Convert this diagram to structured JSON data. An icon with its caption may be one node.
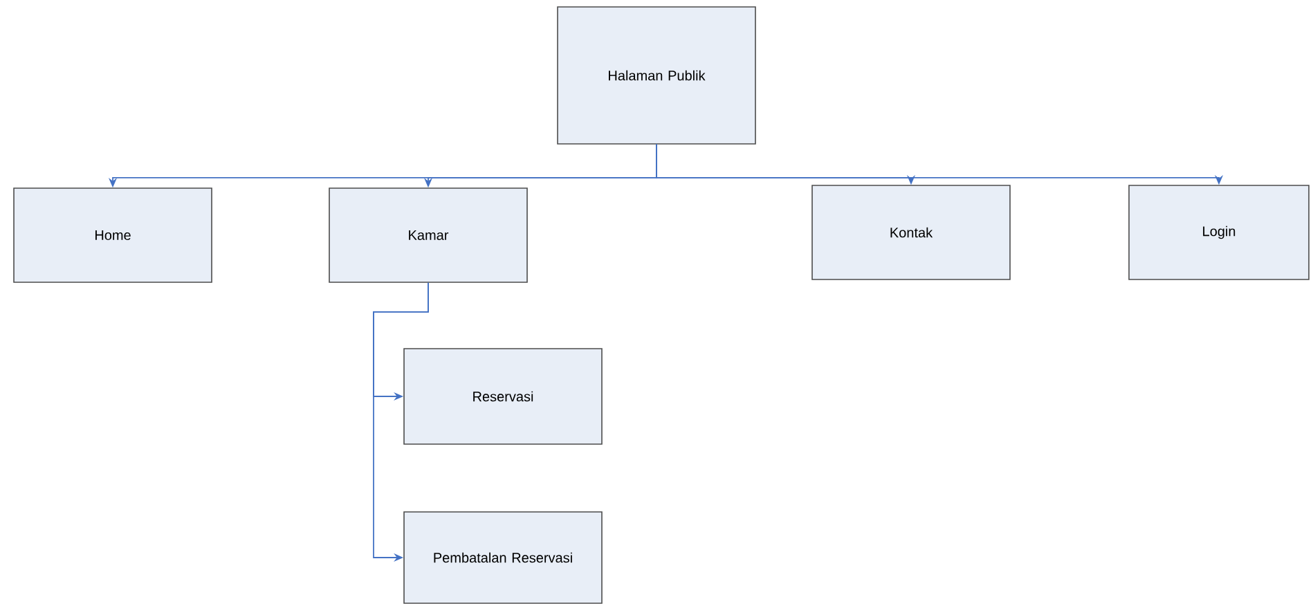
{
  "diagram": {
    "nodes": [
      {
        "text": [
          "Halaman Publik"
        ]
      },
      {
        "text": [
          "Home"
        ]
      },
      {
        "text": [
          "Kamar"
        ]
      },
      {
        "text": [
          "Kontak"
        ]
      },
      {
        "text": [
          "Login"
        ]
      },
      {
        "text": [
          "Reservasi"
        ]
      },
      {
        "text": [
          "Pembatalan Reservasi"
        ]
      }
    ],
    "edges": [
      {
        "from": 0,
        "to": 1,
        "arrow": "to"
      },
      {
        "from": 0,
        "to": 2,
        "arrow": "to"
      },
      {
        "from": 0,
        "to": 3,
        "arrow": "to"
      },
      {
        "from": 0,
        "to": 4,
        "arrow": "to"
      },
      {
        "from": 2,
        "to": 5,
        "arrow": "to"
      },
      {
        "from": 2,
        "to": 6,
        "arrow": "to"
      }
    ]
  }
}
